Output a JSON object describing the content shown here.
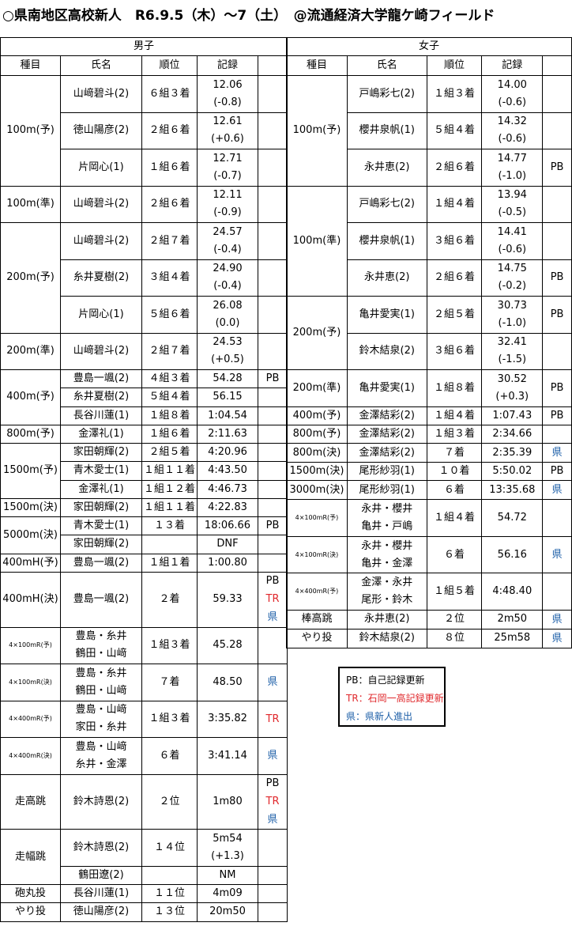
{
  "title": "○県南地区高校新人　R6.9.5（木）～7（土）　@流通経済大学龍ケ崎フィールド",
  "colors": {
    "pb": "#000000",
    "tr": "#e0282c",
    "ken": "#1d5fa8"
  },
  "headers": {
    "event": "種目",
    "name": "氏名",
    "place": "順位",
    "record": "記録"
  },
  "male": {
    "label": "男子",
    "rows": [
      {
        "ev": "100m(予)",
        "name": "山﨑碧斗(2)",
        "place": "６組３着",
        "rec": [
          "12.06",
          "(-0.8)"
        ],
        "note": []
      },
      {
        "name": "徳山陽彦(2)",
        "place": "２組６着",
        "rec": [
          "12.61",
          "(+0.6)"
        ],
        "note": []
      },
      {
        "name": "片岡心(1)",
        "place": "１組６着",
        "rec": [
          "12.71",
          "(-0.7)"
        ],
        "note": []
      },
      {
        "ev": "100m(準)",
        "name": "山﨑碧斗(2)",
        "place": "２組６着",
        "rec": [
          "12.11",
          "(-0.9)"
        ],
        "note": []
      },
      {
        "ev": "200m(予)",
        "name": "山﨑碧斗(2)",
        "place": "２組７着",
        "rec": [
          "24.57",
          "(-0.4)"
        ],
        "note": []
      },
      {
        "name": "糸井夏樹(2)",
        "place": "３組４着",
        "rec": [
          "24.90",
          "(-0.4)"
        ],
        "note": []
      },
      {
        "name": "片岡心(1)",
        "place": "５組６着",
        "rec": [
          "26.08",
          "(0.0)"
        ],
        "note": []
      },
      {
        "ev": "200m(準)",
        "name": "山﨑碧斗(2)",
        "place": "２組７着",
        "rec": [
          "24.53",
          "(+0.5)"
        ],
        "note": []
      },
      {
        "ev": "400m(予)",
        "name": "豊島一颯(2)",
        "place": "４組３着",
        "rec": [
          "54.28"
        ],
        "note": [
          "PB"
        ]
      },
      {
        "name": "糸井夏樹(2)",
        "place": "５組４着",
        "rec": [
          "56.15"
        ],
        "note": []
      },
      {
        "name": "長谷川蓮(1)",
        "place": "１組８着",
        "rec": [
          "1:04.54"
        ],
        "note": []
      },
      {
        "ev": "800m(予)",
        "name": "金澤礼(1)",
        "place": "１組６着",
        "rec": [
          "2:11.63"
        ],
        "note": []
      },
      {
        "ev": "1500m(予)",
        "name": "家田朝輝(2)",
        "place": "２組５着",
        "rec": [
          "4:20.96"
        ],
        "note": []
      },
      {
        "name": "青木愛士(1)",
        "place": "１組１１着",
        "rec": [
          "4:43.50"
        ],
        "note": []
      },
      {
        "name": "金澤礼(1)",
        "place": "１組１２着",
        "rec": [
          "4:46.73"
        ],
        "note": []
      },
      {
        "ev": "1500m(決)",
        "name": "家田朝輝(2)",
        "place": "１組１１着",
        "rec": [
          "4:22.83"
        ],
        "note": []
      },
      {
        "ev": "5000m(決)",
        "name": "青木愛士(1)",
        "place": "１３着",
        "rec": [
          "18:06.66"
        ],
        "note": [
          "PB"
        ]
      },
      {
        "name": "家田朝輝(2)",
        "place": "",
        "rec": [
          "DNF"
        ],
        "note": []
      },
      {
        "ev": "400mH(予)",
        "name": "豊島一颯(2)",
        "place": "１組１着",
        "rec": [
          "1:00.80"
        ],
        "note": []
      },
      {
        "ev": "400mH(決)",
        "name": "豊島一颯(2)",
        "place": "２着",
        "rec": [
          "59.33"
        ],
        "note": [
          "PB",
          "TR",
          "県"
        ]
      },
      {
        "ev": "4×100mR(予)",
        "name": [
          "豊島・糸井",
          "鶴田・山﨑"
        ],
        "place": "１組３着",
        "rec": [
          "45.28"
        ],
        "note": []
      },
      {
        "ev": "4×100mR(決)",
        "name": [
          "豊島・糸井",
          "鶴田・山﨑"
        ],
        "place": "７着",
        "rec": [
          "48.50"
        ],
        "note": [
          "県"
        ]
      },
      {
        "ev": "4×400mR(予)",
        "name": [
          "豊島・山﨑",
          "家田・糸井"
        ],
        "place": "１組３着",
        "rec": [
          "3:35.82"
        ],
        "note": [
          "TR"
        ]
      },
      {
        "ev": "4×400mR(決)",
        "name": [
          "豊島・山﨑",
          "糸井・金澤"
        ],
        "place": "６着",
        "rec": [
          "3:41.14"
        ],
        "note": [
          "県"
        ]
      },
      {
        "ev": "走高跳",
        "name": "鈴木詩恩(2)",
        "place": "２位",
        "rec": [
          "1m80"
        ],
        "note": [
          "PB",
          "TR",
          "県"
        ]
      },
      {
        "ev": "走幅跳",
        "name": "鈴木詩恩(2)",
        "place": "１４位",
        "rec": [
          "5m54",
          "(+1.3)"
        ],
        "note": []
      },
      {
        "name": "鶴田遼(2)",
        "place": "",
        "rec": [
          "NM"
        ],
        "note": []
      },
      {
        "ev": "砲丸投",
        "name": "長谷川蓮(1)",
        "place": "１１位",
        "rec": [
          "4m09"
        ],
        "note": []
      },
      {
        "ev": "やり投",
        "name": "徳山陽彦(2)",
        "place": "１３位",
        "rec": [
          "20m50"
        ],
        "note": []
      }
    ]
  },
  "female": {
    "label": "女子",
    "rows": [
      {
        "ev": "100m(予)",
        "name": "戸嶋彩七(2)",
        "place": "１組３着",
        "rec": [
          "14.00",
          "(-0.6)"
        ],
        "note": []
      },
      {
        "name": "櫻井泉帆(1)",
        "place": "５組４着",
        "rec": [
          "14.32",
          "(-0.6)"
        ],
        "note": []
      },
      {
        "name": "永井恵(2)",
        "place": "２組６着",
        "rec": [
          "14.77",
          "(-1.0)"
        ],
        "note": [
          "PB"
        ]
      },
      {
        "ev": "100m(準)",
        "name": "戸嶋彩七(2)",
        "place": "１組４着",
        "rec": [
          "13.94",
          "(-0.5)"
        ],
        "note": []
      },
      {
        "name": "櫻井泉帆(1)",
        "place": "３組６着",
        "rec": [
          "14.41",
          "(-0.6)"
        ],
        "note": []
      },
      {
        "name": "永井恵(2)",
        "place": "２組６着",
        "rec": [
          "14.75",
          "(-0.2)"
        ],
        "note": [
          "PB"
        ]
      },
      {
        "ev": "200m(予)",
        "name": "亀井愛実(1)",
        "place": "２組５着",
        "rec": [
          "30.73",
          "(-1.0)"
        ],
        "note": [
          "PB"
        ]
      },
      {
        "name": "鈴木結泉(2)",
        "place": "３組６着",
        "rec": [
          "32.41",
          "(-1.5)"
        ],
        "note": []
      },
      {
        "ev": "200m(準)",
        "name": "亀井愛実(1)",
        "place": "１組８着",
        "rec": [
          "30.52",
          "(+0.3)"
        ],
        "note": [
          "PB"
        ]
      },
      {
        "ev": "400m(予)",
        "name": "金澤結彩(2)",
        "place": "１組４着",
        "rec": [
          "1:07.43"
        ],
        "note": [
          "PB"
        ]
      },
      {
        "ev": "800m(予)",
        "name": "金澤結彩(2)",
        "place": "１組３着",
        "rec": [
          "2:34.66"
        ],
        "note": []
      },
      {
        "ev": "800m(決)",
        "name": "金澤結彩(2)",
        "place": "７着",
        "rec": [
          "2:35.39"
        ],
        "note": [
          "県"
        ]
      },
      {
        "ev": "1500m(決)",
        "name": "尾形紗羽(1)",
        "place": "１０着",
        "rec": [
          "5:50.02"
        ],
        "note": [
          "PB"
        ]
      },
      {
        "ev": "3000m(決)",
        "name": "尾形紗羽(1)",
        "place": "６着",
        "rec": [
          "13:35.68"
        ],
        "note": [
          "県"
        ]
      },
      {
        "ev": "4×100mR(予)",
        "name": [
          "永井・櫻井",
          "亀井・戸嶋"
        ],
        "place": "１組４着",
        "rec": [
          "54.72"
        ],
        "note": []
      },
      {
        "ev": "4×100mR(決)",
        "name": [
          "永井・櫻井",
          "亀井・金澤"
        ],
        "place": "６着",
        "rec": [
          "56.16"
        ],
        "note": [
          "県"
        ]
      },
      {
        "ev": "4×400mR(予)",
        "name": [
          "金澤・永井",
          "尾形・鈴木"
        ],
        "place": "１組５着",
        "rec": [
          "4:48.40"
        ],
        "note": []
      },
      {
        "ev": "棒高跳",
        "name": "永井恵(2)",
        "place": "２位",
        "rec": [
          "2m50"
        ],
        "note": [
          "県"
        ]
      },
      {
        "ev": "やり投",
        "name": "鈴木結泉(2)",
        "place": "８位",
        "rec": [
          "25m58"
        ],
        "note": [
          "県"
        ]
      }
    ]
  },
  "legend": [
    {
      "key": "pb",
      "text": "PB：自己記録更新"
    },
    {
      "key": "tr",
      "text": "TR：石岡一高記録更新"
    },
    {
      "key": "ken",
      "text": "県：県新人進出"
    }
  ]
}
